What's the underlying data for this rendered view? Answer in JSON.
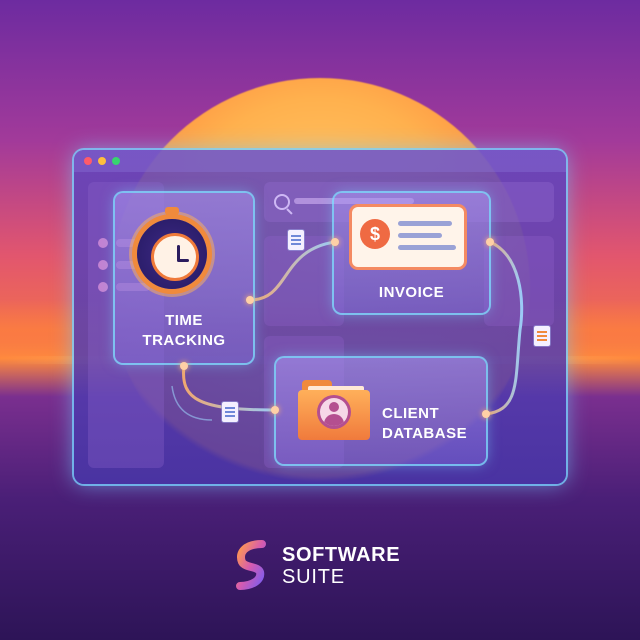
{
  "window": {
    "title_dots": [
      "close",
      "minimize",
      "maximize"
    ]
  },
  "cards": {
    "time_tracking": {
      "label_line1": "TIME",
      "label_line2": "TRACKING",
      "icon": "stopwatch-icon"
    },
    "invoice": {
      "label": "INVOICE",
      "icon": "invoice-icon",
      "currency_symbol": "$"
    },
    "client_database": {
      "label_line1": "CLIENT",
      "label_line2": "DATABASE",
      "icon": "folder-user-icon"
    }
  },
  "logo": {
    "line1": "SOFTWARE",
    "line2": "SUITE"
  },
  "colors": {
    "accent_glow": "#78d2ff",
    "orange": "#f08a3c",
    "purple_bg": "#4a1f77"
  }
}
